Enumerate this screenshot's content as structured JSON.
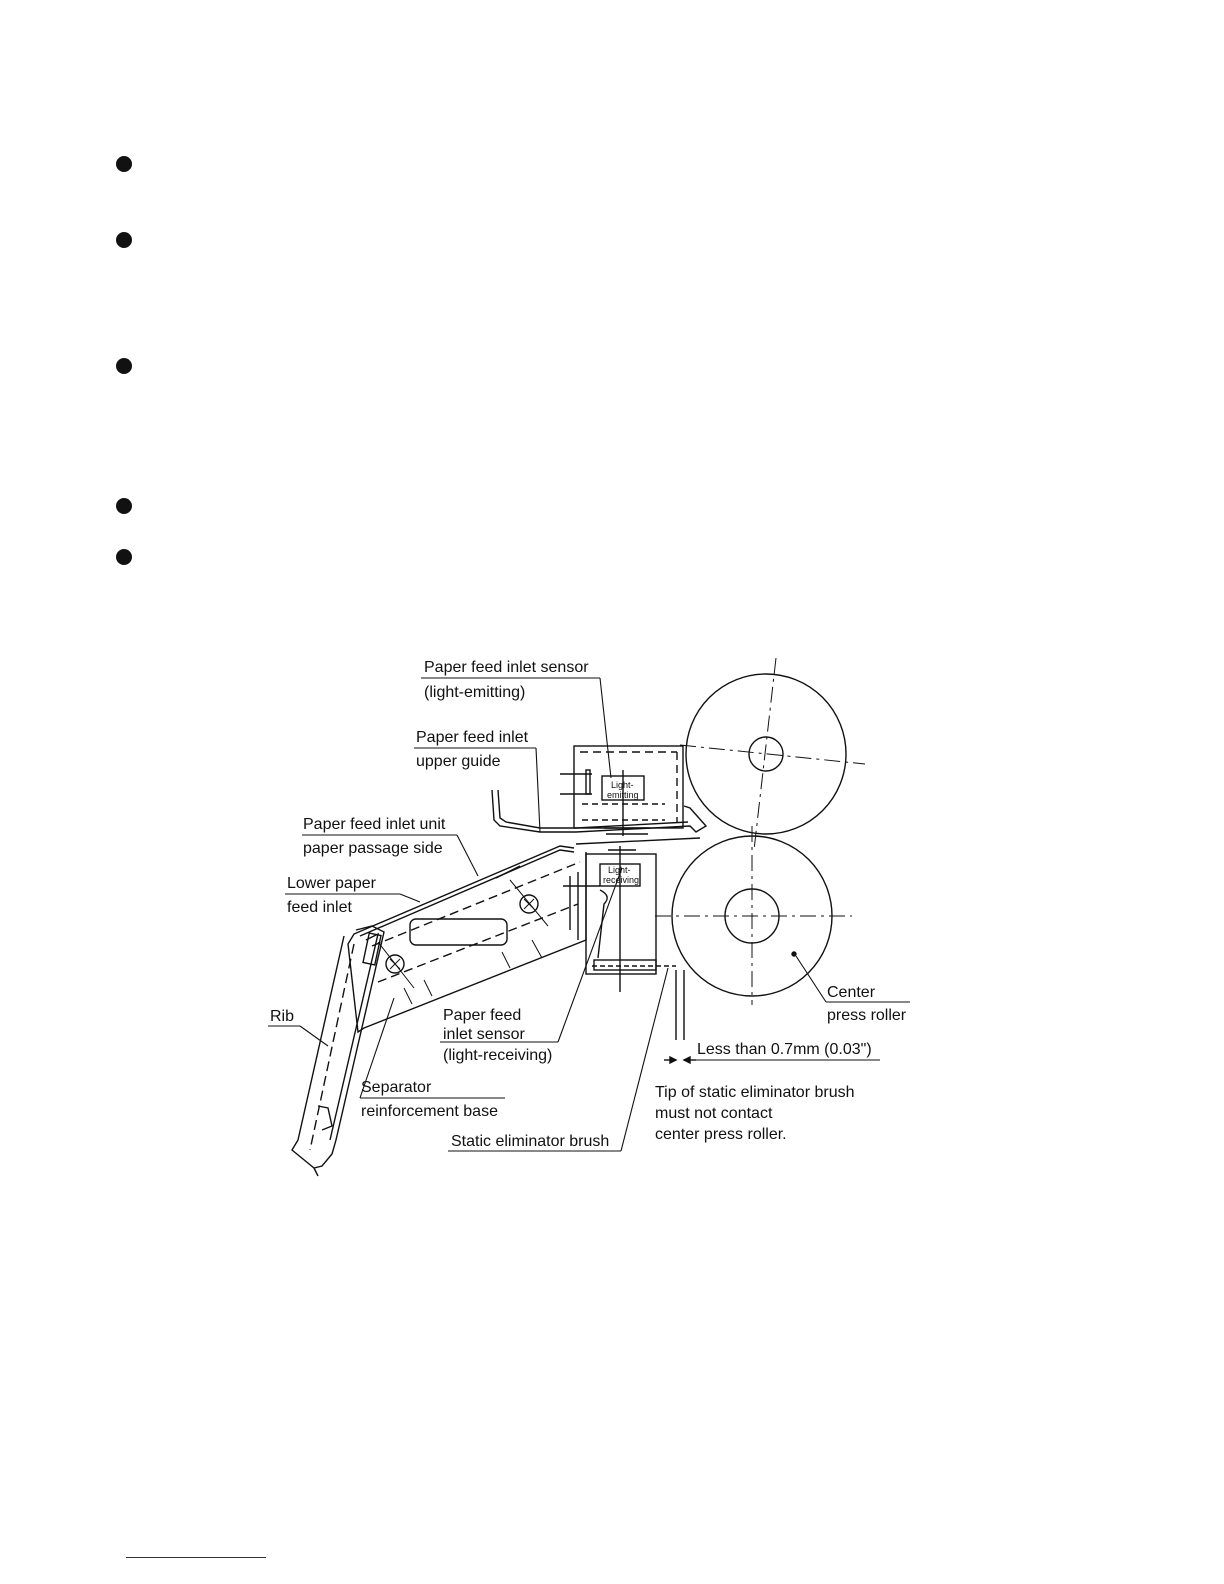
{
  "labels": {
    "paper_feed_inlet_sensor": "Paper feed inlet sensor",
    "light_emitting_paren": "(light-emitting)",
    "paper_feed_inlet": "Paper feed inlet",
    "upper_guide": "upper guide",
    "paper_feed_inlet_unit": "Paper feed inlet unit",
    "paper_passage_side": "paper passage side",
    "lower_paper": "Lower paper",
    "feed_inlet": "feed inlet",
    "rib": "Rib",
    "paper_feed": "Paper feed",
    "inlet_sensor": "inlet sensor",
    "light_receiving_paren": "(light-receiving)",
    "separator": "Separator",
    "reinforcement_base": "reinforcement base",
    "static_eliminator_brush": "Static eliminator brush",
    "center": "Center",
    "press_roller": "press roller",
    "less_than": "Less than 0.7mm (0.03\")",
    "tip_line1": "Tip of static eliminator brush",
    "tip_line2": "must not contact",
    "tip_line3": "center press roller.",
    "light_1": "Light-",
    "emitting_1": "emitting",
    "light_2": "Light-",
    "receiving_2": "receiving"
  }
}
